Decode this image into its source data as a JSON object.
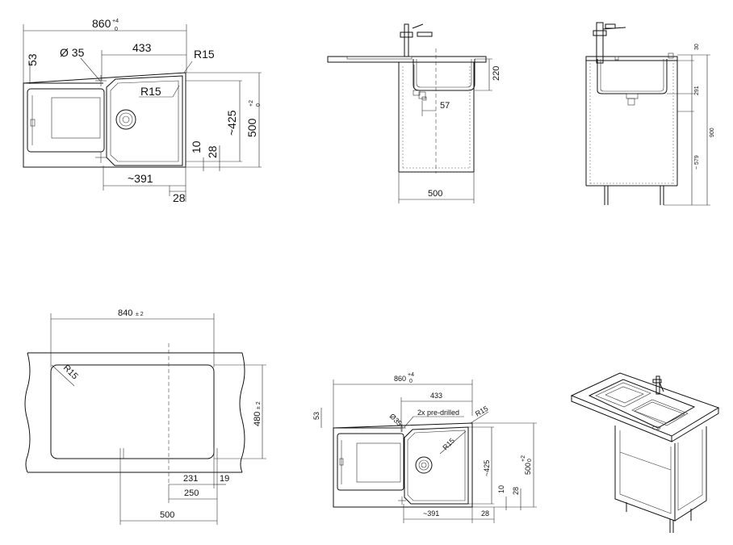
{
  "top_left": {
    "w860": "860",
    "w860_tol_up": "+4",
    "w860_tol_lo": "0",
    "w433": "433",
    "d53": "53",
    "d35": "Ø 35",
    "r15_top": "R15",
    "r15_inner": "R15",
    "h425": "~425",
    "h500": "500",
    "h500_tol_up": "+2",
    "h500_tol_lo": "0",
    "d10": "10",
    "d28": "28",
    "w391": "~391",
    "w28": "28"
  },
  "top_middle": {
    "d220": "220",
    "d57": "57",
    "w500": "500"
  },
  "top_right": {
    "d30": "30",
    "d291": "291",
    "d900": "900",
    "d579": "~ 579"
  },
  "bottom_left": {
    "w840": "840",
    "w840_tol": "± 2",
    "r15": "R15",
    "h480": "480",
    "h480_tol": "± 2",
    "d231": "231",
    "d19": "19",
    "d250": "250",
    "d500": "500"
  },
  "bottom_middle": {
    "w860": "860",
    "w860_tol_up": "+4",
    "w860_tol_lo": "0",
    "w433": "433",
    "d53": "53",
    "d35": "Ø35",
    "note": "2x pre-drilled",
    "r15_top": "R15",
    "r15_inner": "R15",
    "h425": "~425",
    "h500": "500",
    "h500_tol_up": "+2",
    "h500_tol_lo": "0",
    "d10": "10",
    "d28": "28",
    "w391": "~391",
    "w28": "28"
  }
}
